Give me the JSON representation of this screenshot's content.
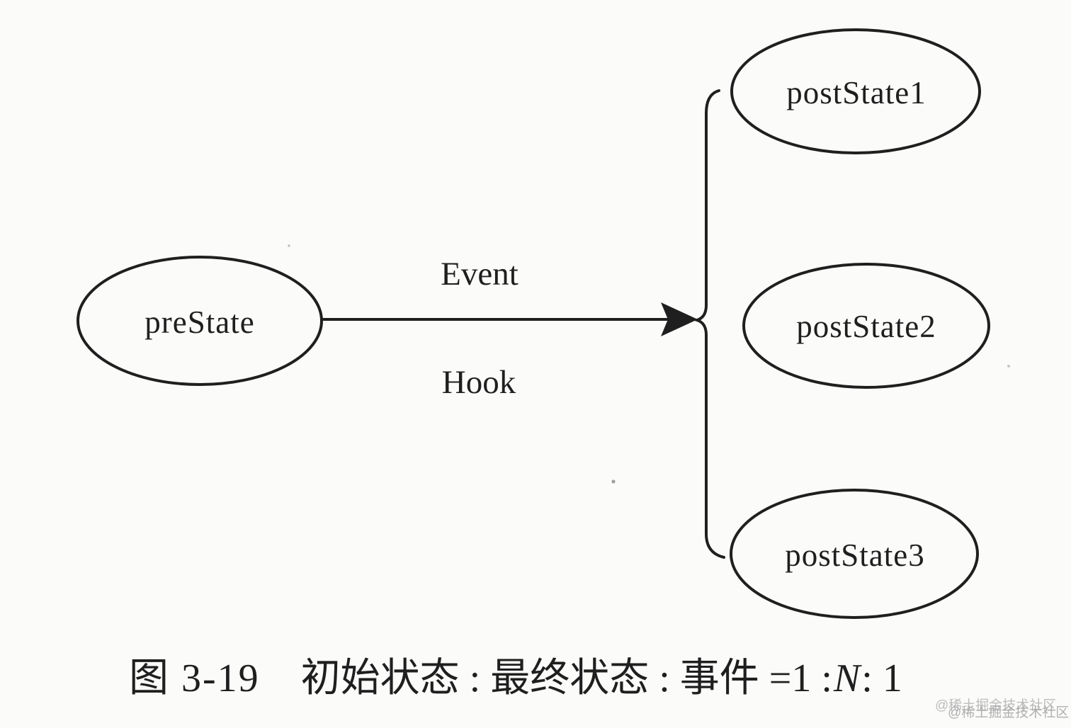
{
  "figure": {
    "nodes": {
      "pre": "preState",
      "post1": "postState1",
      "post2": "postState2",
      "post3": "postState3"
    },
    "edge": {
      "top_label": "Event",
      "bottom_label": "Hook"
    },
    "caption": {
      "figure_label": "图 3-19",
      "before_var": "初始状态 : 最终状态 : 事件 =1 : ",
      "variable": "N",
      "after_var": " : 1"
    },
    "watermark": "@稀土掘金技术社区",
    "colors": {
      "ink": "#1f1f1f",
      "paper": "#fbfbfa",
      "watermark": "#a8a8a8"
    }
  }
}
